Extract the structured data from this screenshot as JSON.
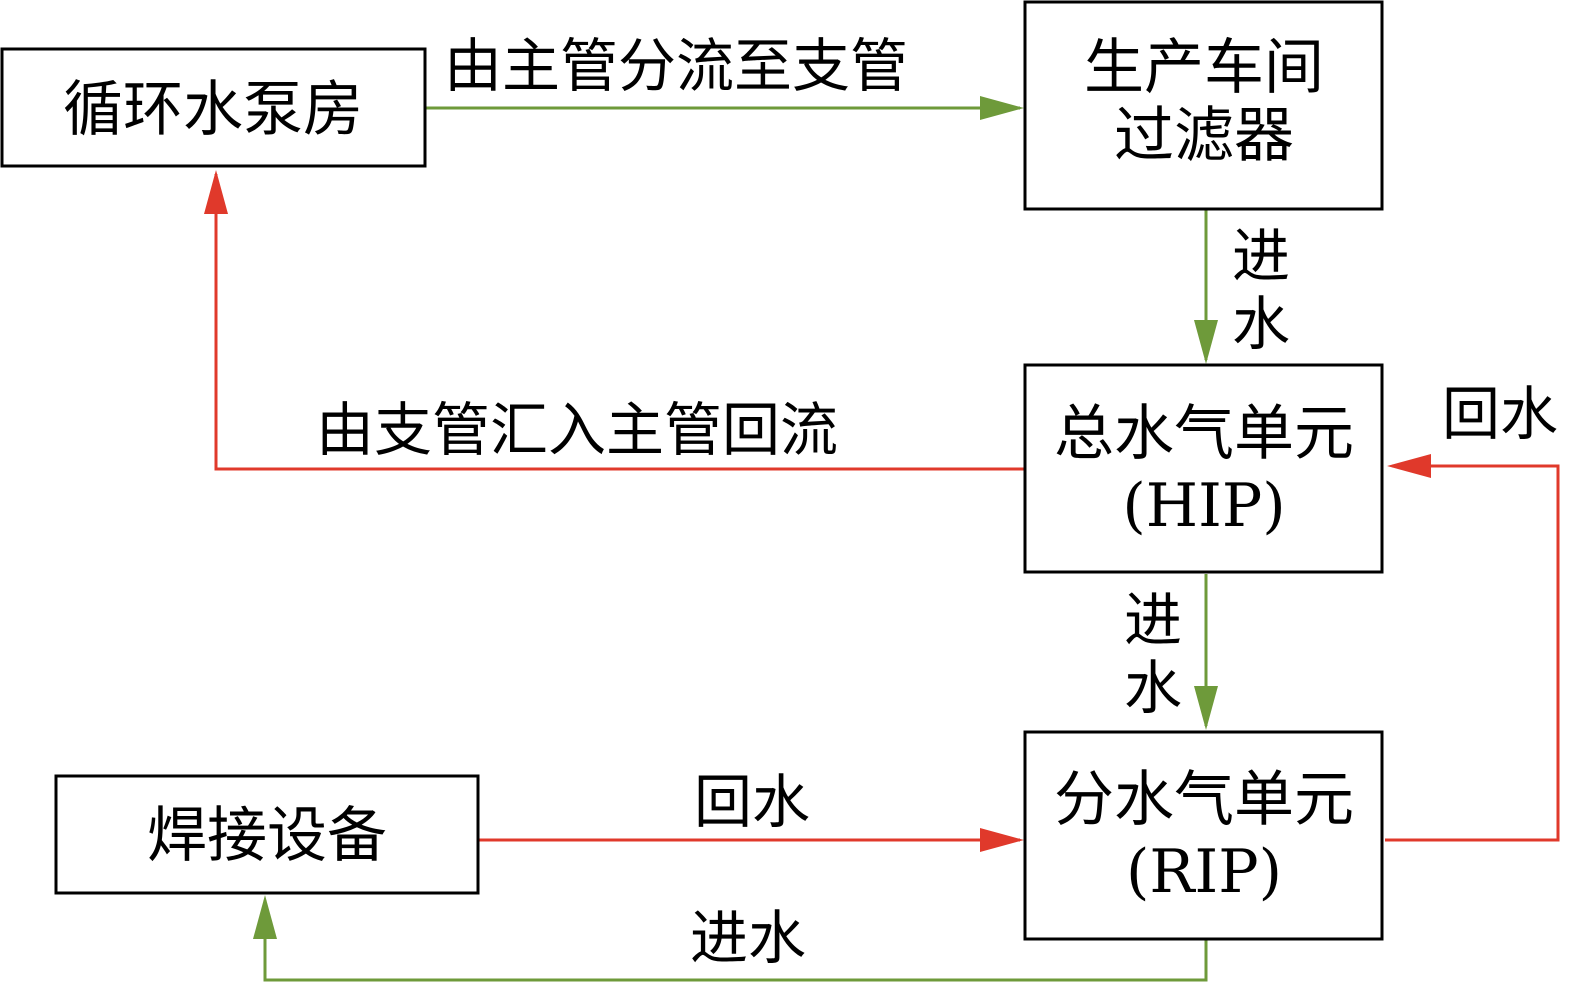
{
  "colors": {
    "supply": "#6e9a3a",
    "return": "#e0392b",
    "box_border": "#000000",
    "text": "#000000"
  },
  "nodes": {
    "pump_room": "循环水泵房",
    "workshop_filter": [
      "生产车间",
      "过滤器"
    ],
    "hip": [
      "总水气单元",
      "(HIP)"
    ],
    "rip": [
      "分水气单元",
      "(RIP)"
    ],
    "welding": "焊接设备"
  },
  "edges": {
    "main_to_branch": "由主管分流至支管",
    "branch_to_main_return": "由支管汇入主管回流",
    "filter_to_hip": [
      "进",
      "水"
    ],
    "hip_to_rip": [
      "进",
      "水"
    ],
    "rip_to_hip_return": "回水",
    "welding_to_rip": "回水",
    "rip_to_welding": "进水"
  }
}
